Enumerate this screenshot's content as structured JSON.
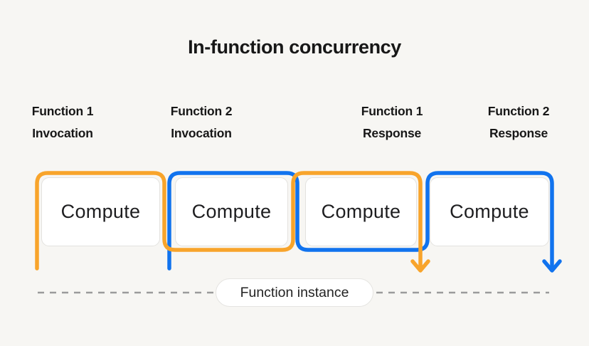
{
  "title": "In-function concurrency",
  "columns": [
    {
      "line1": "Function 1",
      "line2": "Invocation"
    },
    {
      "line1": "Function 2",
      "line2": "Invocation"
    },
    {
      "line1": "Function 1",
      "line2": "Response"
    },
    {
      "line1": "Function 2",
      "line2": "Response"
    }
  ],
  "boxes": [
    {
      "label": "Compute"
    },
    {
      "label": "Compute"
    },
    {
      "label": "Compute"
    },
    {
      "label": "Compute"
    }
  ],
  "instance_pill": {
    "label": "Function instance"
  },
  "colors": {
    "background": "#F7F6F3",
    "accent_function1": "#F8A42B",
    "accent_function2": "#1173EE",
    "text": "#171717",
    "box_border": "#E3E2DF",
    "dash": "#9B9B9B"
  }
}
